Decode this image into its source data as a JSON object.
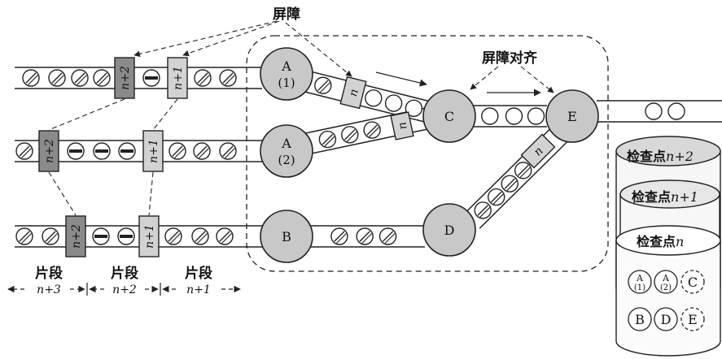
{
  "labels": {
    "barrier": "屏障",
    "barrier_align": "屏障对齐",
    "segments": [
      {
        "title": "片段",
        "index": "n+3"
      },
      {
        "title": "片段",
        "index": "n+2"
      },
      {
        "title": "片段",
        "index": "n+1"
      }
    ]
  },
  "operators": {
    "a1": {
      "name": "A",
      "sub": "(1)"
    },
    "a2": {
      "name": "A",
      "sub": "(2)"
    },
    "b": {
      "name": "B"
    },
    "c": {
      "name": "C"
    },
    "d": {
      "name": "D"
    },
    "e": {
      "name": "E"
    }
  },
  "barriers": {
    "row1": [
      "n+2",
      "n+1"
    ],
    "row2": [
      "n+2",
      "n+1"
    ],
    "row3": [
      "n+2",
      "n+1"
    ],
    "a1_c": "n",
    "a2_c": "n",
    "d_e": "n"
  },
  "checkpoints": [
    {
      "label": "检查点",
      "index": "n+2"
    },
    {
      "label": "检查点",
      "index": "n+1"
    },
    {
      "label": "检查点",
      "index": "n"
    }
  ],
  "snapshot": {
    "row1": [
      {
        "name": "A",
        "sub": "(1)",
        "dashed": false
      },
      {
        "name": "A",
        "sub": "(2)",
        "dashed": false
      },
      {
        "name": "C",
        "sub": "",
        "dashed": true
      }
    ],
    "row2": [
      {
        "name": "B",
        "sub": "",
        "dashed": false
      },
      {
        "name": "D",
        "sub": "",
        "dashed": false
      },
      {
        "name": "E",
        "sub": "",
        "dashed": true
      }
    ]
  },
  "colors": {
    "operator_fill": "#c8c8c8",
    "barrier_dark": "#8a8a8a",
    "barrier_light": "#d2d2d2",
    "stroke": "#222222"
  }
}
